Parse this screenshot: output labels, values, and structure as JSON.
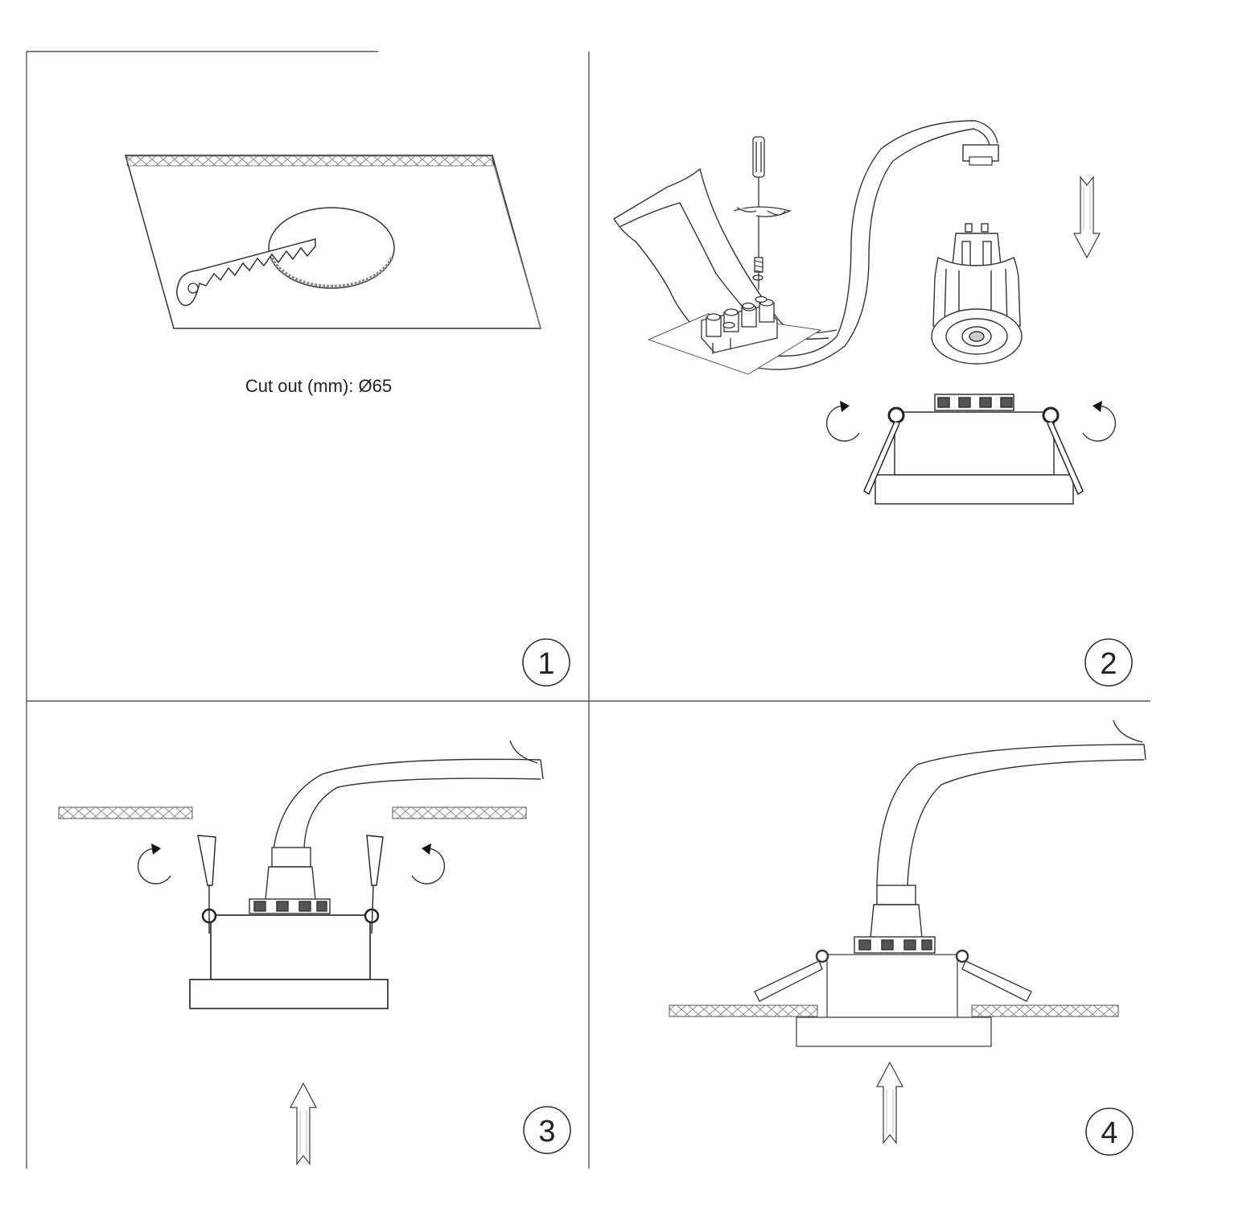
{
  "steps": [
    {
      "number": "1",
      "caption": "Cut out (mm): Ø65"
    },
    {
      "number": "2"
    },
    {
      "number": "3"
    },
    {
      "number": "4"
    }
  ],
  "colors": {
    "line": "#333333",
    "hatch": "#9a9a9a",
    "background": "#ffffff"
  },
  "icons": [
    "saw-icon",
    "screwdriver-icon",
    "terminal-block-icon",
    "gu10-bulb-icon",
    "rotate-arrow-icon",
    "down-arrow-icon",
    "up-arrow-icon",
    "spring-clip-icon",
    "downlight-housing-icon"
  ]
}
